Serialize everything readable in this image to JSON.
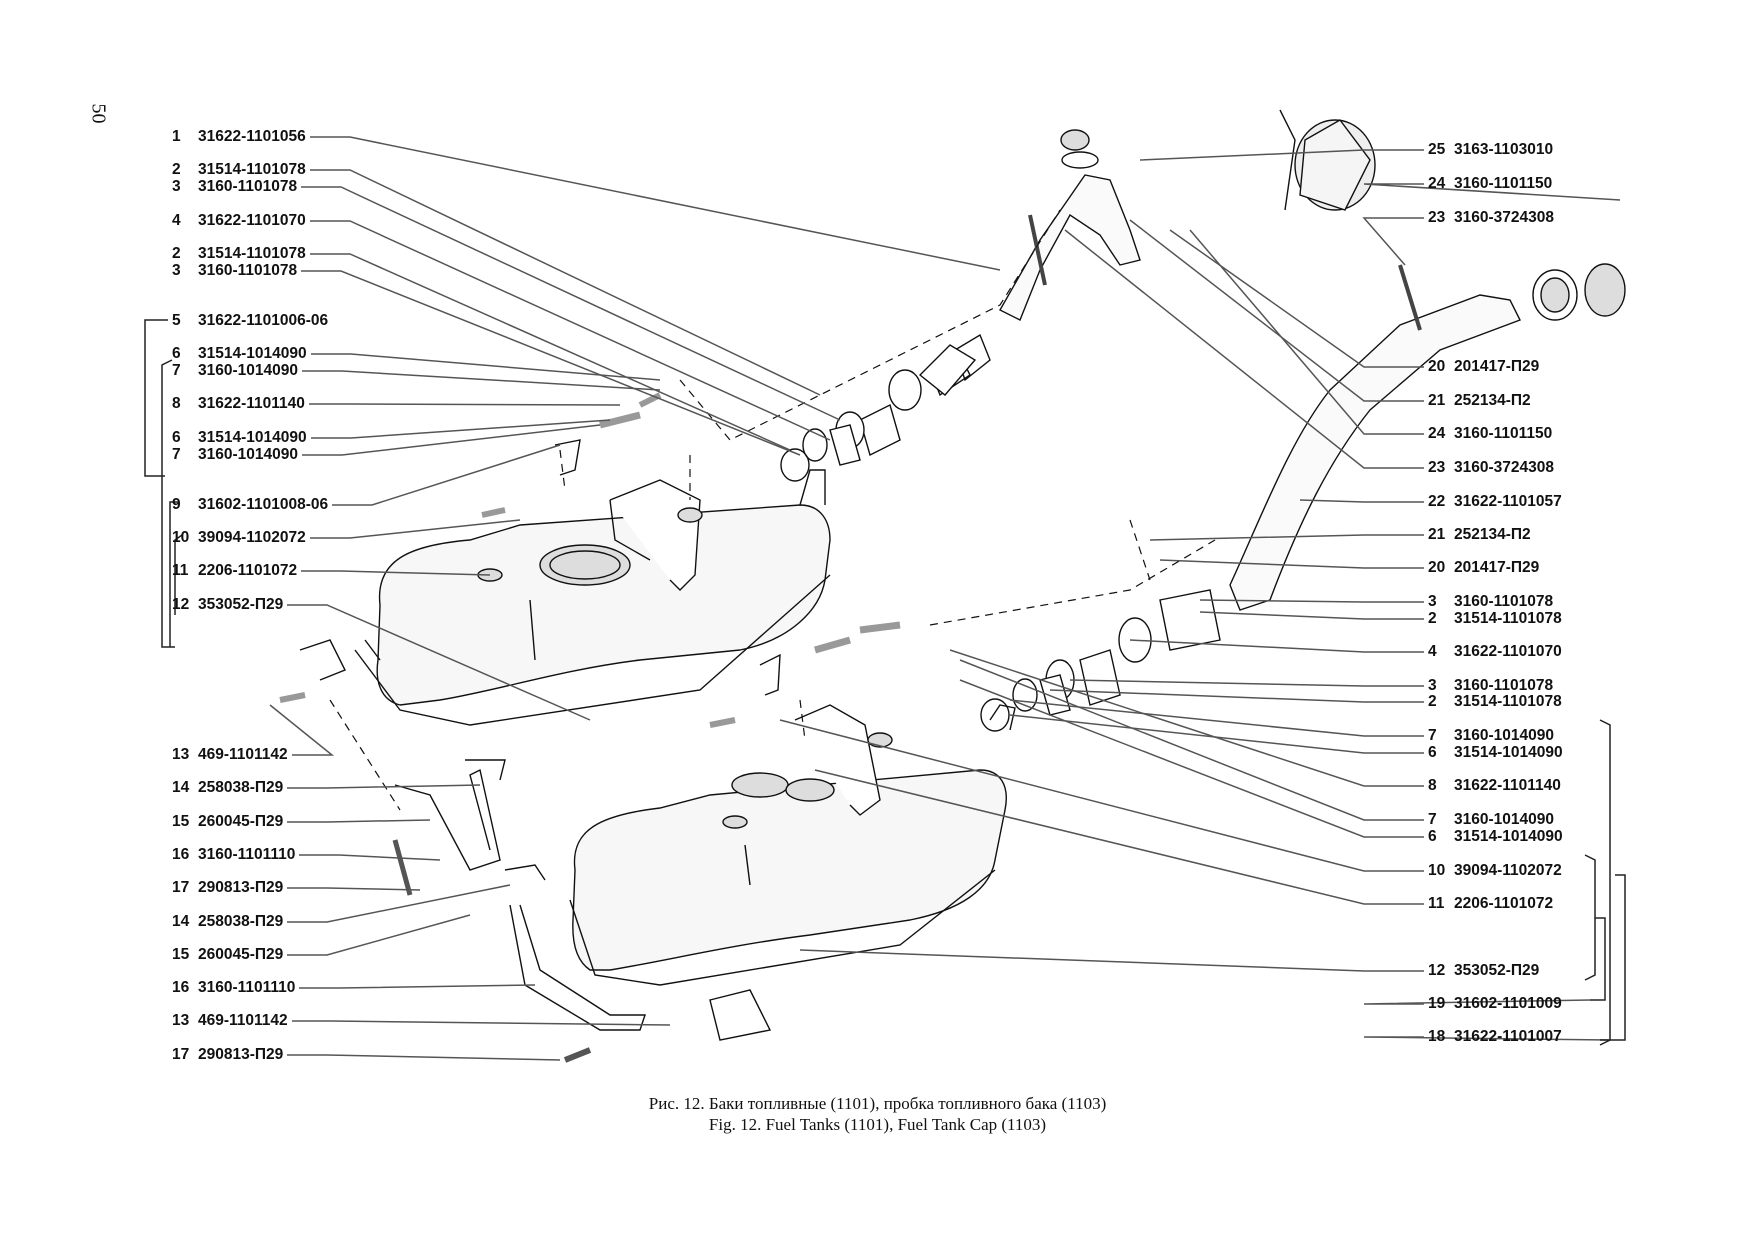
{
  "page_number": "50",
  "caption": {
    "ru": "Рис. 12. Баки топливные (1101), пробка топливного бака (1103)",
    "en": "Fig. 12. Fuel Tanks (1101), Fuel Tank Cap (1103)"
  },
  "left_callouts": [
    {
      "num": "1",
      "part": "31622-1101056"
    },
    {
      "num": "2",
      "part": "31514-1101078"
    },
    {
      "num": "3",
      "part": "3160-1101078"
    },
    {
      "num": "4",
      "part": "31622-1101070"
    },
    {
      "num": "2",
      "part": "31514-1101078"
    },
    {
      "num": "3",
      "part": "3160-1101078"
    },
    {
      "num": "5",
      "part": "31622-1101006-06"
    },
    {
      "num": "6",
      "part": "31514-1014090"
    },
    {
      "num": "7",
      "part": "3160-1014090"
    },
    {
      "num": "8",
      "part": "31622-1101140"
    },
    {
      "num": "6",
      "part": "31514-1014090"
    },
    {
      "num": "7",
      "part": "3160-1014090"
    },
    {
      "num": "9",
      "part": "31602-1101008-06"
    },
    {
      "num": "10",
      "part": "39094-1102072"
    },
    {
      "num": "11",
      "part": "2206-1101072"
    },
    {
      "num": "12",
      "part": "353052-П29"
    },
    {
      "num": "13",
      "part": "469-1101142"
    },
    {
      "num": "14",
      "part": "258038-П29"
    },
    {
      "num": "15",
      "part": "260045-П29"
    },
    {
      "num": "16",
      "part": "3160-1101110"
    },
    {
      "num": "17",
      "part": "290813-П29"
    },
    {
      "num": "14",
      "part": "258038-П29"
    },
    {
      "num": "15",
      "part": "260045-П29"
    },
    {
      "num": "16",
      "part": "3160-1101110"
    },
    {
      "num": "13",
      "part": "469-1101142"
    },
    {
      "num": "17",
      "part": "290813-П29"
    }
  ],
  "right_callouts": [
    {
      "num": "25",
      "part": "3163-1103010"
    },
    {
      "num": "24",
      "part": "3160-1101150"
    },
    {
      "num": "23",
      "part": "3160-3724308"
    },
    {
      "num": "20",
      "part": "201417-П29"
    },
    {
      "num": "21",
      "part": "252134-П2"
    },
    {
      "num": "24",
      "part": "3160-1101150"
    },
    {
      "num": "23",
      "part": "3160-3724308"
    },
    {
      "num": "22",
      "part": "31622-1101057"
    },
    {
      "num": "21",
      "part": "252134-П2"
    },
    {
      "num": "20",
      "part": "201417-П29"
    },
    {
      "num": "3",
      "part": "3160-1101078"
    },
    {
      "num": "2",
      "part": "31514-1101078"
    },
    {
      "num": "4",
      "part": "31622-1101070"
    },
    {
      "num": "3",
      "part": "3160-1101078"
    },
    {
      "num": "2",
      "part": "31514-1101078"
    },
    {
      "num": "7",
      "part": "3160-1014090"
    },
    {
      "num": "6",
      "part": "31514-1014090"
    },
    {
      "num": "8",
      "part": "31622-1101140"
    },
    {
      "num": "7",
      "part": "3160-1014090"
    },
    {
      "num": "6",
      "part": "31514-1014090"
    },
    {
      "num": "10",
      "part": "39094-1102072"
    },
    {
      "num": "11",
      "part": "2206-1101072"
    },
    {
      "num": "12",
      "part": "353052-П29"
    },
    {
      "num": "19",
      "part": "31602-1101009"
    },
    {
      "num": "18",
      "part": "31622-1101007"
    }
  ],
  "colors": {
    "ink": "#111111",
    "leader": "#555555",
    "paper": "#ffffff",
    "shade": "#e6e6e6"
  }
}
